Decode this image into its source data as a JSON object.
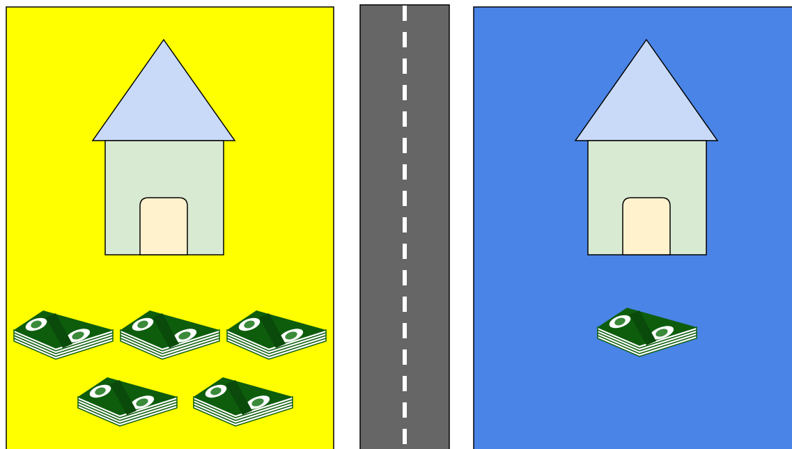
{
  "colors": {
    "left_panel": "#ffff00",
    "right_panel": "#4a84e6",
    "road": "#666666",
    "lane_marking": "#ffffff",
    "roof": "#c9daf8",
    "wall": "#d9ead3",
    "door": "#fff2cc",
    "outline": "#000000",
    "money_dark": "#0d5d0d",
    "money_light": "#ffffff",
    "money_stripe": "#3a8a3a"
  },
  "left_neighborhood": {
    "panel_color_name": "yellow",
    "house_icon": "house-icon",
    "money_icon": "money-stack-icon",
    "money_stack_count": 5
  },
  "road": {
    "icon": "road-icon",
    "lane_style": "dashed-center-line"
  },
  "right_neighborhood": {
    "panel_color_name": "blue",
    "house_icon": "house-icon",
    "money_icon": "money-stack-icon",
    "money_stack_count": 1
  }
}
